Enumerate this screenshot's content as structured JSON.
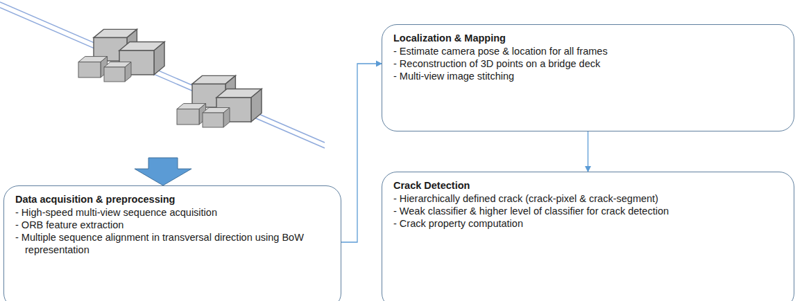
{
  "diagram": {
    "nodes": [
      {
        "text": [
          "Data acquisition & preprocessing",
          "- High-speed multi-view sequence acquisition",
          "- ORB feature extraction",
          "- Multiple sequence alignment in transversal direction using BoW representation"
        ]
      },
      {
        "text": [
          "Localization & Mapping",
          "- Estimate camera pose & location for all frames",
          "- Reconstruction of 3D points on a bridge deck",
          "- Multi-view image stitching"
        ]
      },
      {
        "text": [
          "Crack Detection",
          "- Hierarchically defined crack (crack-pixel & crack-segment)",
          "- Weak classifier & higher level of classifier for crack detection",
          "- Crack property computation"
        ]
      }
    ],
    "edges": [
      {
        "from": 0,
        "to": 1,
        "arrow": "to"
      },
      {
        "from": 1,
        "to": 2,
        "arrow": "to"
      }
    ]
  }
}
